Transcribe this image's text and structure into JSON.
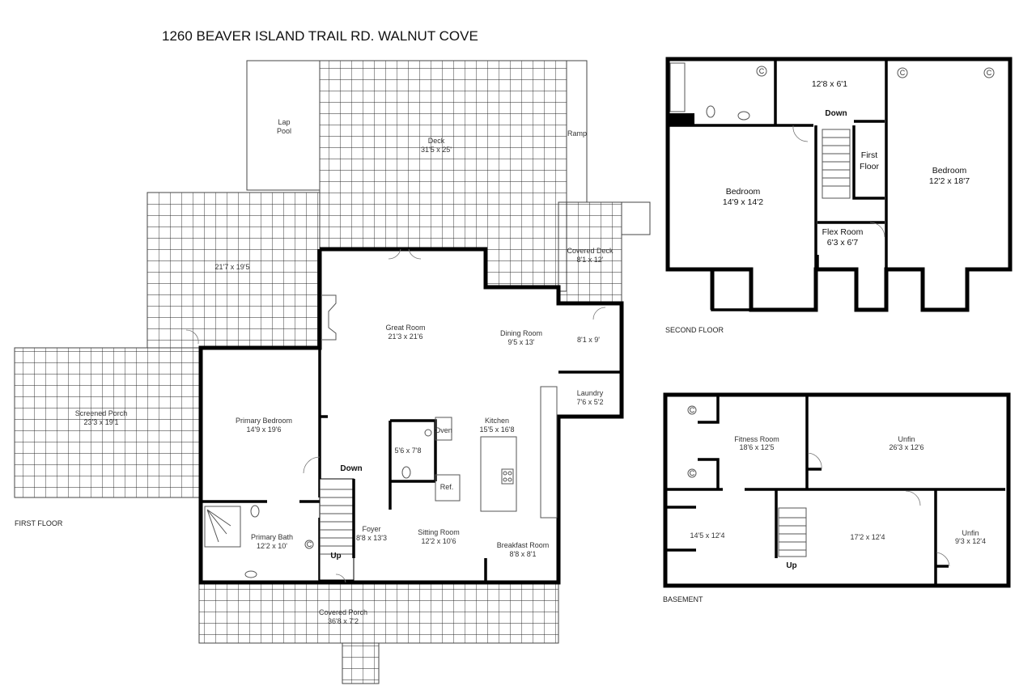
{
  "title": "1260 BEAVER ISLAND TRAIL RD. WALNUT COVE",
  "first_floor": {
    "label": "FIRST FLOOR",
    "rooms": [
      {
        "name": "Lap Pool",
        "lines": [
          "Lap",
          "Pool"
        ]
      },
      {
        "name": "Deck",
        "dims": "31'5 x 25'"
      },
      {
        "name": "Ramp"
      },
      {
        "name": "",
        "dims": "21'7 x 19'5"
      },
      {
        "name": "Covered Deck",
        "dims": "8'1 x 12'"
      },
      {
        "name": "Screened Porch",
        "dims": "23'3 x 19'1"
      },
      {
        "name": "Great Room",
        "dims": "21'3 x 21'6"
      },
      {
        "name": "Dining Room",
        "dims": "9'5 x 13'"
      },
      {
        "name": "",
        "dims": "8'1 x 9'"
      },
      {
        "name": "Laundry",
        "dims": "7'6 x 5'2"
      },
      {
        "name": "Primary Bedroom",
        "dims": "14'9 x 19'6"
      },
      {
        "name": "Kitchen",
        "dims": "15'5 x 16'8"
      },
      {
        "name": "",
        "dims": "5'6 x 7'8"
      },
      {
        "name": "Oven"
      },
      {
        "name": "Ref."
      },
      {
        "name": "Primary Bath",
        "dims": "12'2 x 10'"
      },
      {
        "name": "Foyer",
        "dims": "8'8 x 13'3"
      },
      {
        "name": "Sitting Room",
        "dims": "12'2 x 10'6"
      },
      {
        "name": "Breakfast Room",
        "dims": "8'8 x 8'1"
      },
      {
        "name": "Covered Porch",
        "dims": "36'8 x 7'2"
      }
    ],
    "stairs": {
      "down": "Down",
      "up": "Up"
    },
    "closet": "C"
  },
  "second_floor": {
    "label": "SECOND FLOOR",
    "rooms": [
      {
        "name": "",
        "dims": "12'8 x 6'1"
      },
      {
        "name": "Bedroom",
        "dims": "14'9 x 14'2"
      },
      {
        "name": "Bedroom",
        "dims": "12'2 x 18'7"
      },
      {
        "name": "First Floor",
        "lines": [
          "First",
          "Floor"
        ]
      },
      {
        "name": "Flex Room",
        "dims": "6'3 x 6'7"
      }
    ],
    "stairs": {
      "down": "Down"
    },
    "closet": "C"
  },
  "basement": {
    "label": "BASEMENT",
    "rooms": [
      {
        "name": "Fitness Room",
        "dims": "18'6 x 12'5"
      },
      {
        "name": "Unfin",
        "dims": "26'3 x 12'6"
      },
      {
        "name": "",
        "dims": "14'5 x 12'4"
      },
      {
        "name": "",
        "dims": "17'2 x 12'4"
      },
      {
        "name": "Unfin",
        "dims": "9'3 x 12'4"
      }
    ],
    "stairs": {
      "up": "Up"
    },
    "closet": "C"
  }
}
